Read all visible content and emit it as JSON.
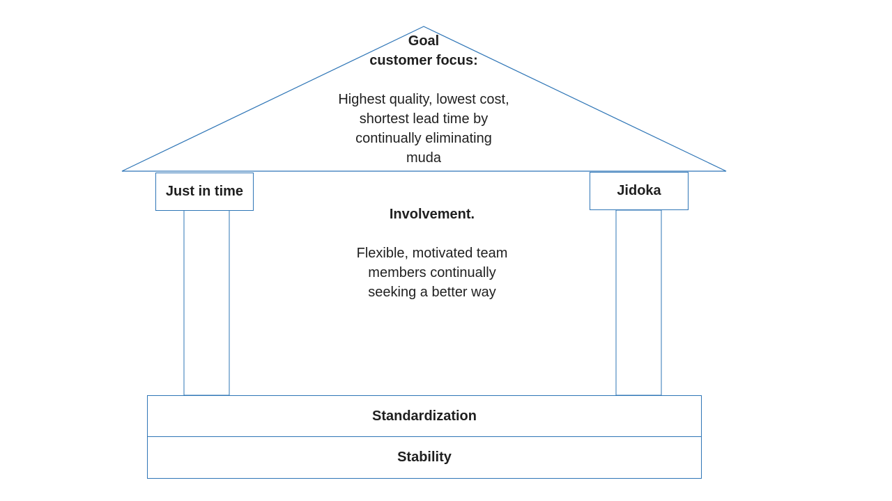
{
  "diagram": {
    "roof": {
      "title": "Goal",
      "subtitle": "customer focus:",
      "body_lines": [
        "Highest quality, lowest cost,",
        "shortest lead time by",
        "continually eliminating",
        "muda"
      ]
    },
    "left_pillar": {
      "label": "Just in time"
    },
    "right_pillar": {
      "label": "Jidoka"
    },
    "center": {
      "title": "Involvement.",
      "body_lines": [
        "Flexible, motivated team",
        "members continually",
        "seeking a better way"
      ]
    },
    "foundation": {
      "upper": "Standardization",
      "lower": "Stability"
    },
    "colors": {
      "outline": "#2e75b6",
      "text": "#1f1f1f"
    }
  }
}
